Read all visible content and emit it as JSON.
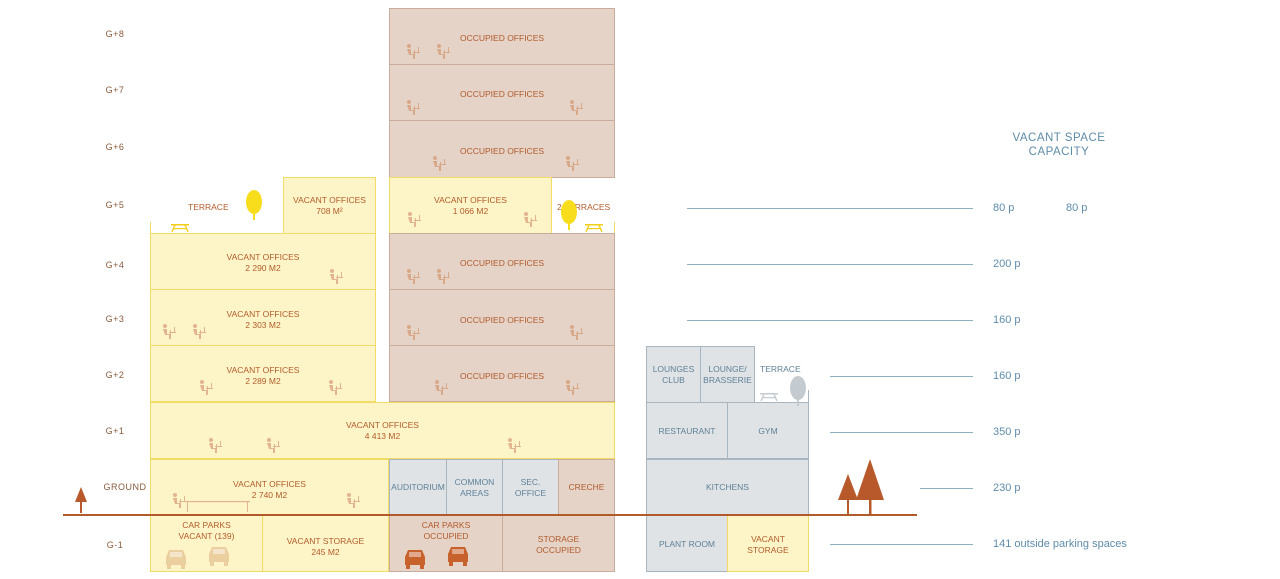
{
  "floors": {
    "g8": "G+8",
    "g7": "G+7",
    "g6": "G+6",
    "g5": "G+5",
    "g4": "G+4",
    "g3": "G+3",
    "g2": "G+2",
    "g1": "G+1",
    "ground": "GROUND",
    "gm1": "G-1"
  },
  "labels": {
    "occupied_offices": "OCCUPIED OFFICES",
    "vacant_offices": "VACANT OFFICES",
    "terrace": "TERRACE",
    "two_terraces": "2 TERRACES",
    "vacant_708": "708 M²",
    "vacant_1066": "1 066 M2",
    "vacant_2290": "2 290 M2",
    "vacant_2303": "2 303 M2",
    "vacant_2289": "2 289 M2",
    "vacant_4413": "4 413 M2",
    "vacant_2740": "2 740 M2",
    "auditorium": "AUDITORIUM",
    "common_areas_1": "COMMON",
    "common_areas_2": "AREAS",
    "sec_office_1": "SEC.",
    "sec_office_2": "OFFICE",
    "creche": "CRECHE",
    "car_parks_vacant_1": "CAR PARKS",
    "car_parks_vacant_2": "VACANT (139)",
    "vacant_storage_1": "VACANT STORAGE",
    "vacant_storage_2": "245 M2",
    "car_parks_occ_1": "CAR PARKS",
    "car_parks_occ_2": "OCCUPIED",
    "storage_occ_1": "STORAGE",
    "storage_occ_2": "OCCUPIED",
    "lounges_club_1": "LOUNGES",
    "lounges_club_2": "CLUB",
    "lounge_brasserie_1": "LOUNGE/",
    "lounge_brasserie_2": "BRASSERIE",
    "terrace_right": "TERRACE",
    "restaurant": "RESTAURANT",
    "gym": "GYM",
    "kitchens": "KITCHENS",
    "plant_room": "PLANT ROOM",
    "vacant_storage_r1": "VACANT",
    "vacant_storage_r2": "STORAGE"
  },
  "capacity": {
    "title_1": "VACANT SPACE",
    "title_2": "CAPACITY",
    "g5_a": "80 p",
    "g5_b": "80 p",
    "g4": "200 p",
    "g3": "160 p",
    "g2": "160 p",
    "g1": "350 p",
    "ground": "230 p",
    "gm1": "141 outside parking spaces"
  },
  "colors": {
    "vacant": "#fdf5c8",
    "occupied": "#e5d3c8",
    "services": "#dfe3e6",
    "accent": "#b25b2a",
    "capacity_text": "#5f8ca8"
  },
  "icons": [
    "person-at-desk-icon",
    "tree-icon",
    "picnic-table-icon",
    "car-icon"
  ]
}
